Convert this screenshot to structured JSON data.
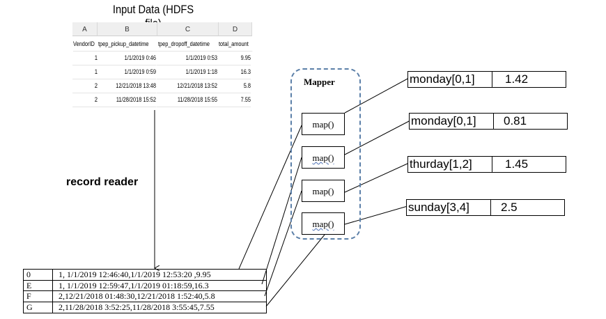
{
  "input": {
    "title": "Input Data (HDFS file)",
    "columns": [
      "A",
      "B",
      "C",
      "D"
    ],
    "headers": [
      "VendorID",
      "tpep_pickup_datetime",
      "tpep_dropoff_datetime",
      "total_amount"
    ],
    "rows": [
      [
        "1",
        "1/1/2019 0:46",
        "1/1/2019 0:53",
        "9.95"
      ],
      [
        "1",
        "1/1/2019 0:59",
        "1/1/2019 1:18",
        "16.3"
      ],
      [
        "2",
        "12/21/2018 13:48",
        "12/21/2018 13:52",
        "5.8"
      ],
      [
        "2",
        "11/28/2018 15:52",
        "11/28/2018 15:55",
        "7.55"
      ]
    ]
  },
  "record_reader_label": "record reader",
  "mapper": {
    "label": "Mapper",
    "maps": [
      "map()",
      "map()",
      "map()",
      "map()"
    ]
  },
  "outputs": [
    {
      "key": "monday[0,1]",
      "value": "1.42"
    },
    {
      "key": "monday[0,1]",
      "value": "0.81"
    },
    {
      "key": "thurday[1,2]",
      "value": "1.45"
    },
    {
      "key": "sunday[3,4]",
      "value": "2.5"
    }
  ],
  "records": [
    {
      "key": "0",
      "value": "1, 1/1/2019  12:46:40,1/1/2019  12:53:20 ,9.95"
    },
    {
      "key": "E",
      "value": "1, 1/1/2019  12:59:47,1/1/2019  01:18:59,16.3"
    },
    {
      "key": "F",
      "value": "2,12/21/2018 01:48:30,12/21/2018 1:52:40,5.8"
    },
    {
      "key": "G",
      "value": "2,11/28/2018  3:52:25,11/28/2018  3:55:45,7.55"
    }
  ]
}
